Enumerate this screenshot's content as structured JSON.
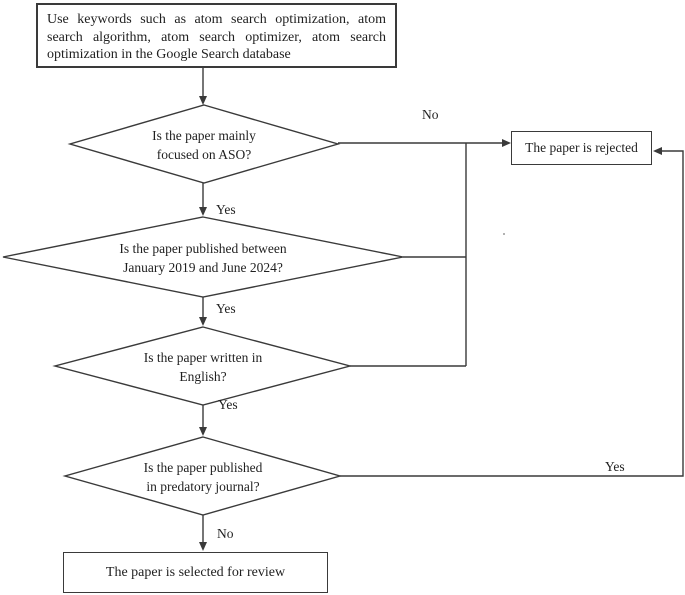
{
  "colors": {
    "line": "#3a3a3a",
    "text": "#1f1f1f",
    "bg": "#ffffff"
  },
  "nodes": {
    "start": {
      "text": "Use keywords such as atom search optimization, atom search algorithm, atom search optimizer, atom search optimization in the Google Search database"
    },
    "decision1": {
      "line1": "Is the paper mainly",
      "line2": "focused on ASO?"
    },
    "decision2": {
      "line1": "Is the paper published between",
      "line2": "January 2019 and June 2024?"
    },
    "decision3": {
      "line1": "Is the paper written in",
      "line2": "English?"
    },
    "decision4": {
      "line1": "Is the paper published",
      "line2": "in predatory journal?"
    },
    "rejected": {
      "text": "The paper is rejected"
    },
    "selected": {
      "text": "The paper is selected for review"
    }
  },
  "edge_labels": {
    "decision1_no": "No",
    "decision1_yes": "Yes",
    "decision2_yes": "Yes",
    "decision3_yes": "Yes",
    "decision4_yes": "Yes",
    "decision4_no": "No"
  }
}
